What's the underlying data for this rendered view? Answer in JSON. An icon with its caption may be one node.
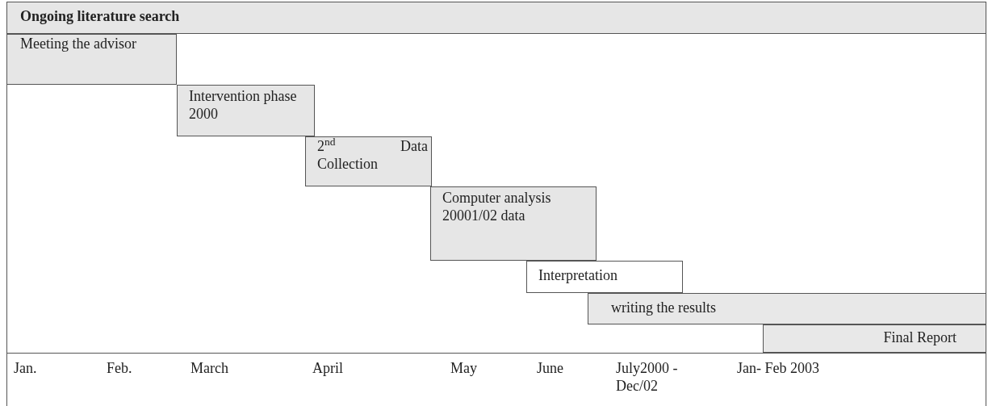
{
  "diagram": {
    "nodes": [
      {
        "text": [
          "Ongoing literature search"
        ]
      },
      {
        "text": [
          "Meeting the advisor"
        ]
      },
      {
        "text": [
          "Intervention phase 2000"
        ]
      },
      {
        "text": [
          "2$^{nd}$ Data Collection"
        ]
      },
      {
        "text": [
          "Computer analysis 20001/02 data"
        ]
      },
      {
        "text": [
          "Interpretation"
        ]
      },
      {
        "text": [
          "writing the results"
        ]
      },
      {
        "text": [
          "Final Report"
        ]
      }
    ],
    "labels": [
      "Jan.",
      "Feb.",
      "March",
      "April",
      "May",
      "June",
      "July2000 -Dec/02",
      "Jan- Feb 2003"
    ]
  }
}
